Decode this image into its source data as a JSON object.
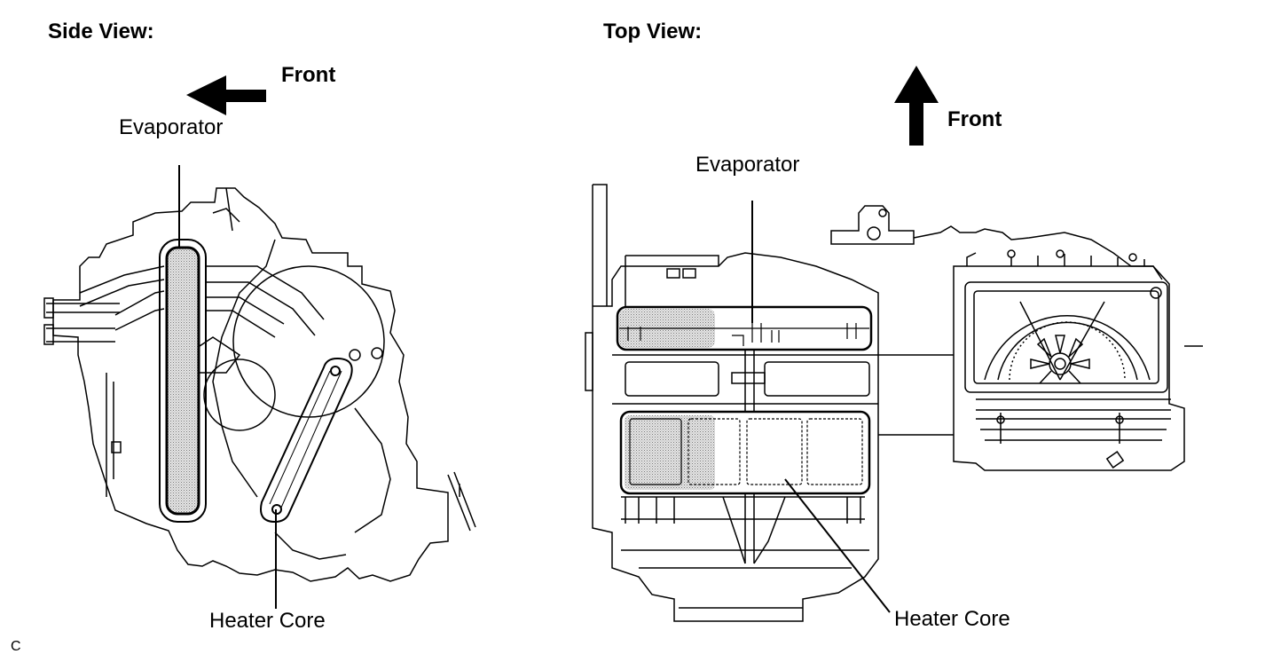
{
  "side_view": {
    "title": "Side View:",
    "front_label": "Front",
    "evaporator_label": "Evaporator",
    "heater_core_label": "Heater Core"
  },
  "top_view": {
    "title": "Top View:",
    "front_label": "Front",
    "evaporator_label": "Evaporator",
    "heater_core_label": "Heater Core"
  },
  "corner_code": "C",
  "colors": {
    "ink": "#000000",
    "shade": "#c8c8c8",
    "paper": "#ffffff"
  }
}
